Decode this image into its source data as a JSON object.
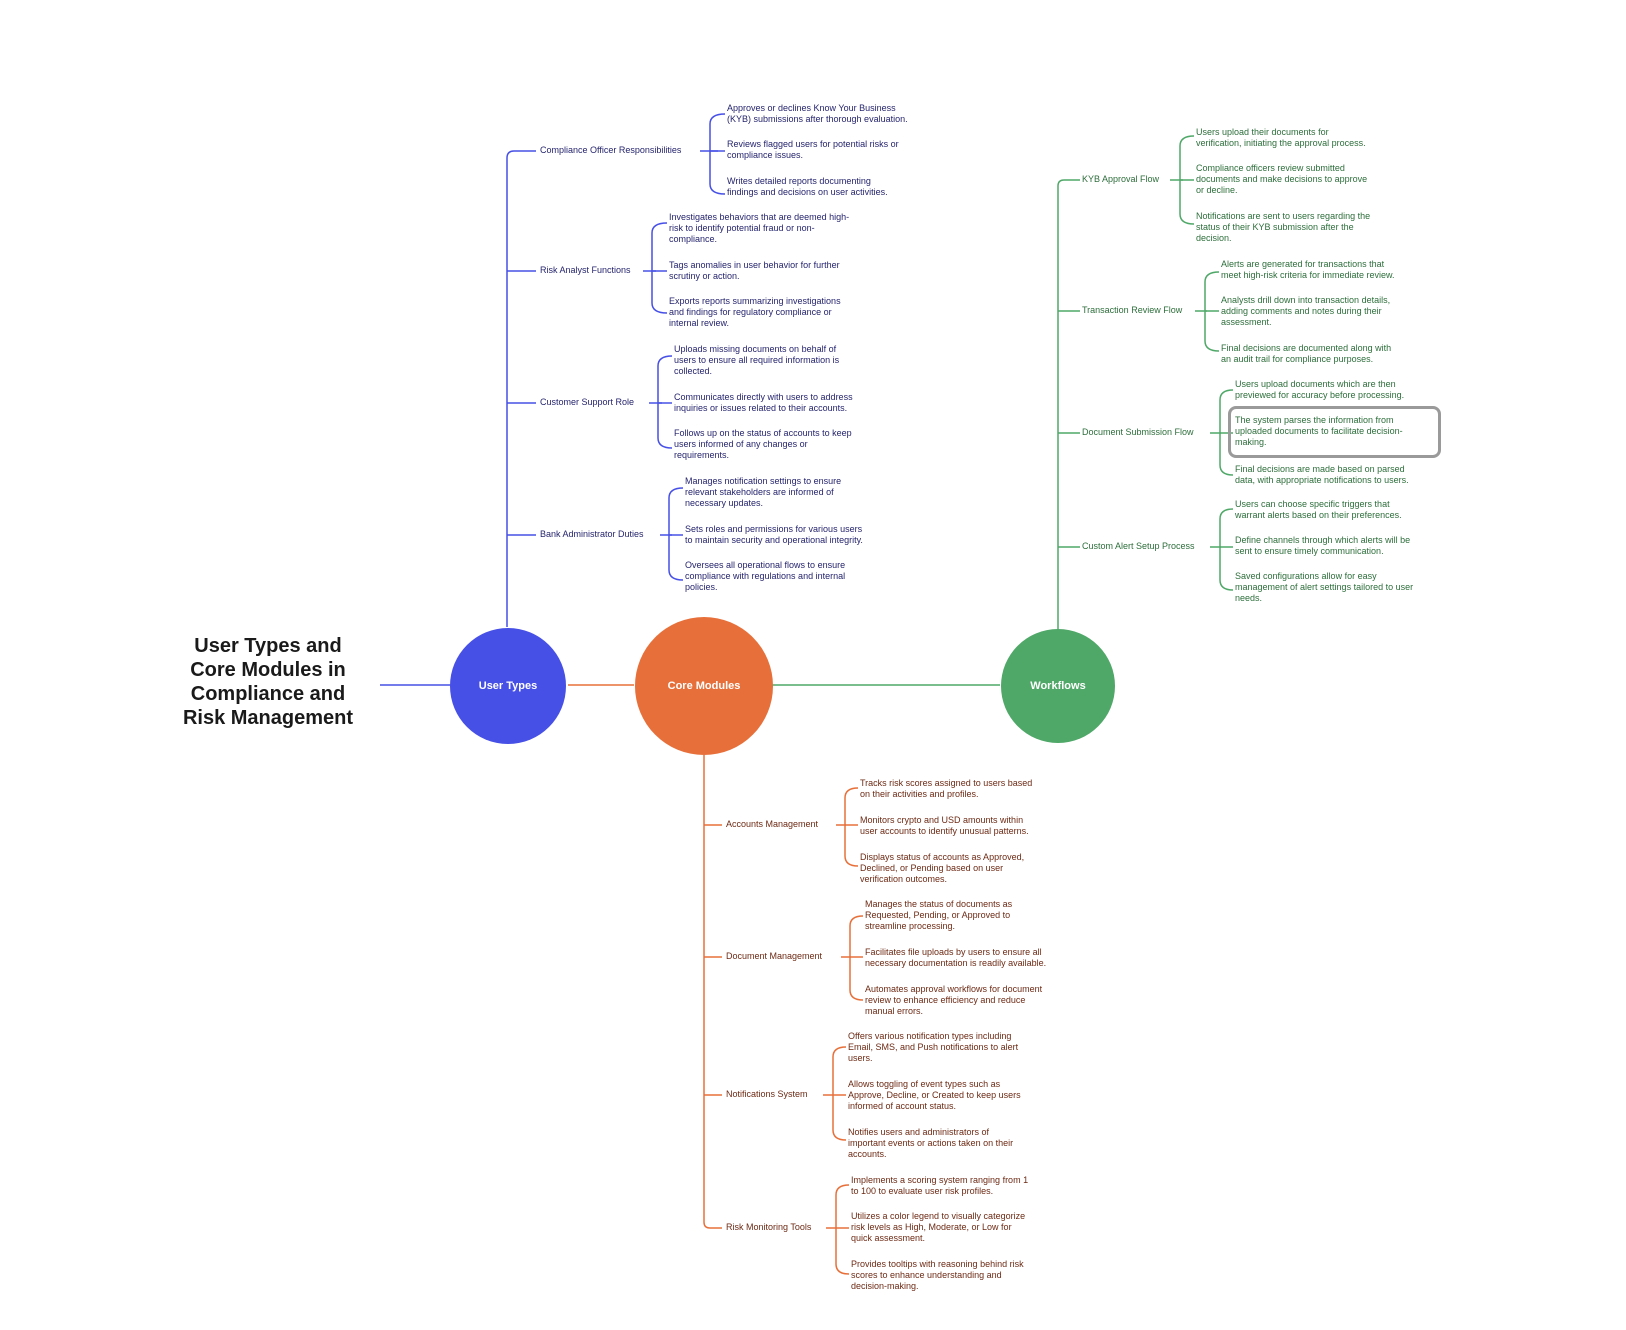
{
  "title": "User Types and\nCore Modules in\nCompliance and\nRisk Management",
  "colors": {
    "user_types": "#4750e6",
    "core_modules": "#e7703a",
    "workflows": "#4fa868",
    "highlight": "#9a9a9a"
  },
  "hubs": {
    "user_types": "User Types",
    "core_modules": "Core Modules",
    "workflows": "Workflows"
  },
  "user_types": [
    {
      "label": "Compliance Officer Responsibilities",
      "items": [
        "Approves or declines Know Your Business\n(KYB) submissions after thorough evaluation.",
        "Reviews flagged users for potential risks or\ncompliance issues.",
        "Writes detailed reports documenting\nfindings and decisions on user activities."
      ]
    },
    {
      "label": "Risk Analyst Functions",
      "items": [
        "Investigates behaviors that are deemed high-\nrisk to identify potential fraud or non-\ncompliance.",
        "Tags anomalies in user behavior for further\nscrutiny or action.",
        "Exports reports summarizing investigations\nand findings for regulatory compliance or\ninternal review."
      ]
    },
    {
      "label": "Customer Support Role",
      "items": [
        "Uploads missing documents on behalf of\nusers to ensure all required information is\ncollected.",
        "Communicates directly with users to address\ninquiries or issues related to their accounts.",
        "Follows up on the status of accounts to keep\nusers informed of any changes or\nrequirements."
      ]
    },
    {
      "label": "Bank Administrator Duties",
      "items": [
        "Manages notification settings to ensure\nrelevant stakeholders are informed of\nnecessary updates.",
        "Sets roles and permissions for various users\nto maintain security and operational integrity.",
        "Oversees all operational flows to ensure\ncompliance with regulations and internal\npolicies."
      ]
    }
  ],
  "workflows": [
    {
      "label": "KYB Approval Flow",
      "items": [
        "Users upload their documents for\nverification, initiating the approval process.",
        "Compliance officers review submitted\ndocuments and make decisions to approve\nor decline.",
        "Notifications are sent to users regarding the\nstatus of their KYB submission after the\ndecision."
      ]
    },
    {
      "label": "Transaction Review Flow",
      "items": [
        "Alerts are generated for transactions that\nmeet high-risk criteria for immediate review.",
        "Analysts drill down into transaction details,\nadding comments and notes during their\nassessment.",
        "Final decisions are documented along with\nan audit trail for compliance purposes."
      ]
    },
    {
      "label": "Document Submission Flow",
      "items": [
        "Users upload documents which are then\npreviewed for accuracy before processing.",
        "The system parses the information from\nuploaded documents to facilitate decision-\nmaking.",
        "Final decisions are made based on parsed\ndata, with appropriate notifications to users."
      ]
    },
    {
      "label": "Custom Alert Setup Process",
      "items": [
        "Users can choose specific triggers that\nwarrant alerts based on their preferences.",
        "Define channels through which alerts will be\nsent to ensure timely communication.",
        "Saved configurations allow for easy\nmanagement of alert settings tailored to user\nneeds."
      ]
    }
  ],
  "core_modules": [
    {
      "label": "Accounts Management",
      "items": [
        "Tracks risk scores assigned to users based\non their activities and profiles.",
        "Monitors crypto and USD amounts within\nuser accounts to identify unusual patterns.",
        "Displays status of accounts as Approved,\nDeclined, or Pending based on user\nverification outcomes."
      ]
    },
    {
      "label": "Document Management",
      "items": [
        "Manages the status of documents as\nRequested, Pending, or Approved to\nstreamline processing.",
        "Facilitates file uploads by users to ensure all\nnecessary documentation is readily available.",
        "Automates approval workflows for document\nreview to enhance efficiency and reduce\nmanual errors."
      ]
    },
    {
      "label": "Notifications System",
      "items": [
        "Offers various notification types including\nEmail, SMS, and Push notifications to alert\nusers.",
        "Allows toggling of event types such as\nApprove, Decline, or Created to keep users\ninformed of account status.",
        "Notifies users and administrators of\nimportant events or actions taken on their\naccounts."
      ]
    },
    {
      "label": "Risk Monitoring Tools",
      "items": [
        "Implements a scoring system ranging from 1\nto 100 to evaluate user risk profiles.",
        "Utilizes a color legend to visually categorize\nrisk levels as High, Moderate, or Low for\nquick assessment.",
        "Provides tooltips with reasoning behind risk\nscores to enhance understanding and\ndecision-making."
      ]
    }
  ]
}
